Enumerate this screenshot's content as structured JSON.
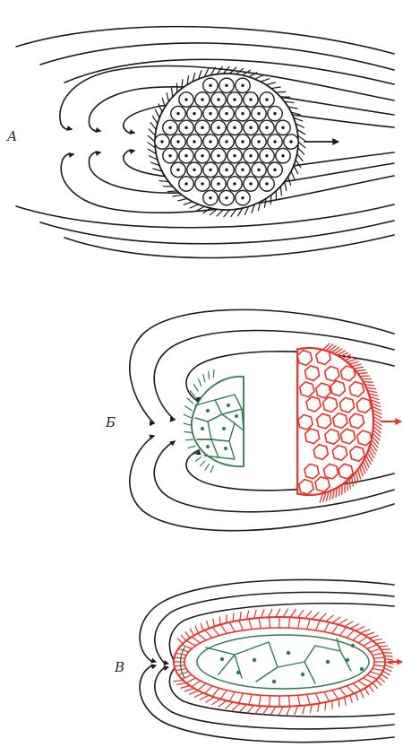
{
  "panels": [
    {
      "label": "А"
    },
    {
      "label": "Б"
    },
    {
      "label": "В"
    }
  ],
  "colors": {
    "ink": "#1b1b1b",
    "ectoderm_red": "#e8332b",
    "endoderm_green": "#2f7d4f",
    "background": "#ffffff"
  }
}
